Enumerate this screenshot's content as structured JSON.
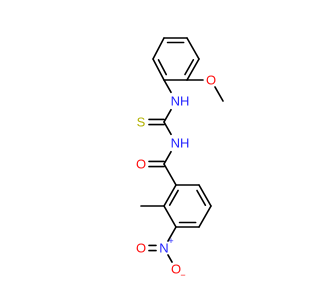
{
  "molecule": {
    "colors": {
      "C": "#000000",
      "N": "#1f1fff",
      "O": "#ff0d0d",
      "S": "#b2b200",
      "background": "#ffffff"
    },
    "atoms": [
      {
        "id": "s1",
        "symbol": "S",
        "text": "S"
      },
      {
        "id": "n_upper",
        "symbol": "N",
        "text": "NH"
      },
      {
        "id": "n_mid",
        "symbol": "N",
        "text": "NH"
      },
      {
        "id": "o_methoxy",
        "symbol": "O",
        "text": "O"
      },
      {
        "id": "o_carbonyl",
        "symbol": "O",
        "text": "O"
      },
      {
        "id": "n_nitro",
        "symbol": "N",
        "text": "N",
        "charge": "+"
      },
      {
        "id": "o_nitro_minus",
        "symbol": "O",
        "text": "O",
        "charge": "−"
      },
      {
        "id": "o_nitro_double",
        "symbol": "O",
        "text": "O"
      }
    ]
  }
}
